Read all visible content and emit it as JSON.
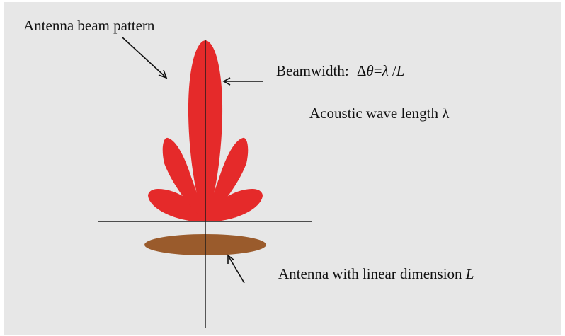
{
  "diagram": {
    "beam_pattern_label": "Antenna beam pattern",
    "beamwidth": {
      "prefix": "Beamwidth:",
      "formula_delta": "Δ",
      "formula_theta": "θ",
      "formula_eq": "=",
      "formula_lambda": "λ",
      "formula_slash": " /",
      "formula_L": "L"
    },
    "acoustic_label": "Acoustic wave length λ",
    "antenna_label": {
      "text": "Antenna with linear dimension ",
      "symbol": "L"
    }
  },
  "colors": {
    "background": "#e7e7e7",
    "beam": "#e52a2a",
    "antenna": "#9a5b2c",
    "line": "#1a1a1a"
  }
}
